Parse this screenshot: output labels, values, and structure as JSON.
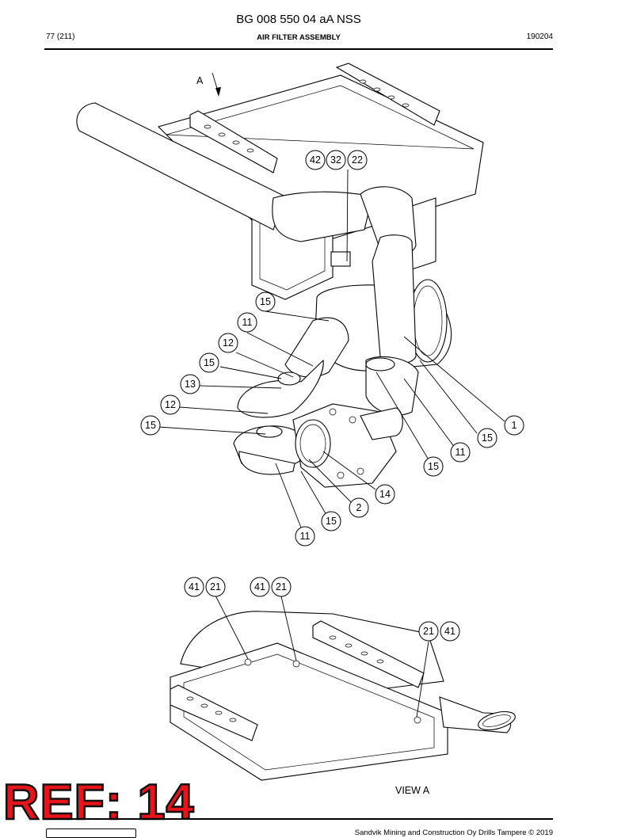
{
  "header": {
    "doc_code": "BG 008 550 04 aA NSS",
    "page": "77 (211)",
    "title": "AIR FILTER ASSEMBLY",
    "date": "190204"
  },
  "footer": {
    "copyright": "Sandvik Mining and Construction Oy Drills Tampere © 2019"
  },
  "stamp": {
    "text": "REF: 14",
    "color": "#e8141b"
  },
  "views": {
    "main_arrow": "A",
    "view_a": "VIEW  A"
  },
  "callouts": {
    "c42_top": "42",
    "c32_top": "32",
    "c22_top": "22",
    "c15_a": "15",
    "c11_a": "11",
    "c12_a": "12",
    "c15_b": "15",
    "c13": "13",
    "c12_b": "12",
    "c15_c": "15",
    "c1": "1",
    "c15_d": "15",
    "c11_b": "11",
    "c15_e": "15",
    "c14": "14",
    "c2": "2",
    "c15_f": "15",
    "c11_c": "11",
    "c41_a": "41",
    "c21_a": "21",
    "c41_b": "41",
    "c21_b": "21",
    "c21_c": "21",
    "c41_c": "41"
  }
}
